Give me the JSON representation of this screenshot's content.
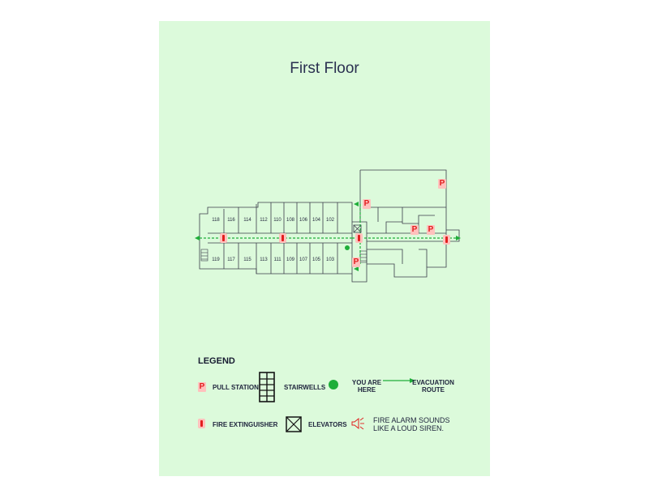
{
  "title": "First Floor",
  "rooms_top": [
    "118",
    "116",
    "114",
    "112",
    "110",
    "108",
    "106",
    "104",
    "102"
  ],
  "rooms_bottom": [
    "119",
    "117",
    "115",
    "113",
    "111",
    "109",
    "107",
    "105",
    "103"
  ],
  "legend": {
    "heading": "LEGEND",
    "pull_station": "PULL STATION",
    "stairwells": "STAIRWELLS",
    "you_are_here": "YOU ARE HERE",
    "evacuation_route": "EVACUATION ROUTE",
    "fire_extinguisher": "FIRE EXTINGUISHER",
    "elevators": "ELEVATORS",
    "siren": "FIRE ALARM SOUNDS LIKE A LOUD SIREN.",
    "pull_symbol": "P"
  },
  "colors": {
    "background": "#dcfadb",
    "walls": "#3a3c4a",
    "route": "#1fae3a",
    "alarm": "#e21e1e"
  },
  "icons": [
    "pull-station-icon",
    "stairwell-icon",
    "you-are-here-icon",
    "evacuation-arrow-icon",
    "fire-extinguisher-icon",
    "elevator-icon",
    "siren-icon"
  ]
}
